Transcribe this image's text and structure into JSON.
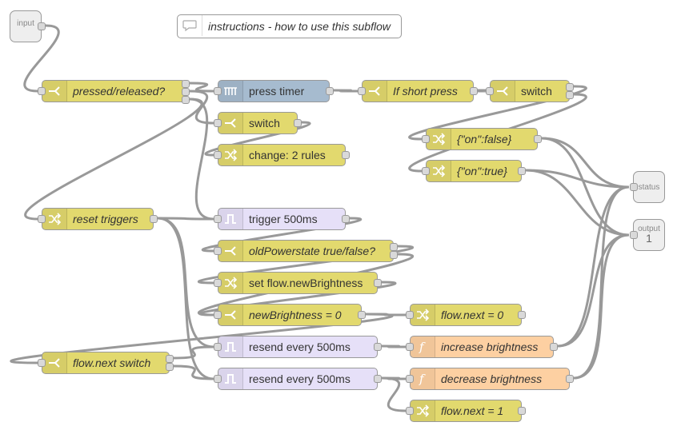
{
  "colors": {
    "switch": "#e2d96e",
    "change": "#e2d96e",
    "trigger": "#e6e0f8",
    "delay": "#a6bbcf",
    "function": "#fdd0a2",
    "wire": "#999999",
    "port": "#d9d9d9",
    "io_box": "#eeeeee"
  },
  "comment": {
    "label": "instructions - how to use this subflow",
    "icon": "speech-bubble-icon"
  },
  "inputs": {
    "label": "input"
  },
  "outputs": [
    {
      "label": "status"
    },
    {
      "label": "output",
      "number": "1"
    }
  ],
  "nodes": [
    {
      "id": "n_pressed",
      "label": "pressed/released?",
      "icon": "switch-icon",
      "type": "switch"
    },
    {
      "id": "n_timer",
      "label": "press timer",
      "icon": "timer-icon",
      "type": "delay"
    },
    {
      "id": "n_short",
      "label": "If short press",
      "icon": "switch-icon",
      "type": "switch"
    },
    {
      "id": "n_sw1",
      "label": "switch",
      "icon": "switch-icon",
      "type": "switch"
    },
    {
      "id": "n_sw2",
      "label": "switch",
      "icon": "switch-icon",
      "type": "switch"
    },
    {
      "id": "n_change",
      "label": "change: 2 rules",
      "icon": "shuffle-icon",
      "type": "change"
    },
    {
      "id": "n_onfalse",
      "label": "{\"on\":false}",
      "icon": "shuffle-icon",
      "type": "change"
    },
    {
      "id": "n_ontrue",
      "label": "{\"on\":true}",
      "icon": "shuffle-icon",
      "type": "change"
    },
    {
      "id": "n_reset",
      "label": "reset triggers",
      "icon": "shuffle-icon",
      "type": "change"
    },
    {
      "id": "n_trig",
      "label": "trigger 500ms",
      "icon": "trigger-icon",
      "type": "trigger"
    },
    {
      "id": "n_oldps",
      "label": "oldPowerstate true/false?",
      "icon": "switch-icon",
      "type": "switch"
    },
    {
      "id": "n_setbr",
      "label": "set flow.newBrightness",
      "icon": "shuffle-icon",
      "type": "change"
    },
    {
      "id": "n_newbr",
      "label": "newBrightness = 0",
      "icon": "switch-icon",
      "type": "switch"
    },
    {
      "id": "n_next0",
      "label": "flow.next = 0",
      "icon": "shuffle-icon",
      "type": "change"
    },
    {
      "id": "n_nextsw",
      "label": "flow.next switch",
      "icon": "switch-icon",
      "type": "switch"
    },
    {
      "id": "n_resend1",
      "label": "resend every 500ms",
      "icon": "trigger-icon",
      "type": "trigger"
    },
    {
      "id": "n_incr",
      "label": "increase brightness",
      "icon": "function-icon",
      "type": "function"
    },
    {
      "id": "n_resend2",
      "label": "resend every 500ms",
      "icon": "trigger-icon",
      "type": "trigger"
    },
    {
      "id": "n_decr",
      "label": "decrease brightness",
      "icon": "function-icon",
      "type": "function"
    },
    {
      "id": "n_next1",
      "label": "flow.next = 1",
      "icon": "shuffle-icon",
      "type": "change"
    }
  ],
  "wires": [
    [
      "input",
      "n_pressed"
    ],
    [
      "n_pressed",
      "n_timer"
    ],
    [
      "n_pressed",
      "n_sw2"
    ],
    [
      "n_pressed",
      "n_trig"
    ],
    [
      "n_pressed",
      "n_reset"
    ],
    [
      "n_timer",
      "n_short"
    ],
    [
      "n_short",
      "n_sw1"
    ],
    [
      "n_sw1",
      "n_onfalse"
    ],
    [
      "n_sw1",
      "n_ontrue"
    ],
    [
      "n_sw2",
      "n_change"
    ],
    [
      "n_onfalse",
      "status"
    ],
    [
      "n_onfalse",
      "output"
    ],
    [
      "n_ontrue",
      "status"
    ],
    [
      "n_ontrue",
      "output"
    ],
    [
      "n_reset",
      "n_trig"
    ],
    [
      "n_reset",
      "n_resend1"
    ],
    [
      "n_reset",
      "n_resend2"
    ],
    [
      "n_trig",
      "n_oldps"
    ],
    [
      "n_oldps",
      "n_setbr"
    ],
    [
      "n_oldps",
      "n_newbr"
    ],
    [
      "n_setbr",
      "n_newbr"
    ],
    [
      "n_newbr",
      "n_nextsw"
    ],
    [
      "n_newbr",
      "n_next0"
    ],
    [
      "n_nextsw",
      "n_resend1"
    ],
    [
      "n_nextsw",
      "n_resend2"
    ],
    [
      "n_resend1",
      "n_incr"
    ],
    [
      "n_resend2",
      "n_decr"
    ],
    [
      "n_resend2",
      "n_next1"
    ],
    [
      "n_incr",
      "status"
    ],
    [
      "n_incr",
      "output"
    ],
    [
      "n_decr",
      "status"
    ],
    [
      "n_decr",
      "output"
    ]
  ]
}
